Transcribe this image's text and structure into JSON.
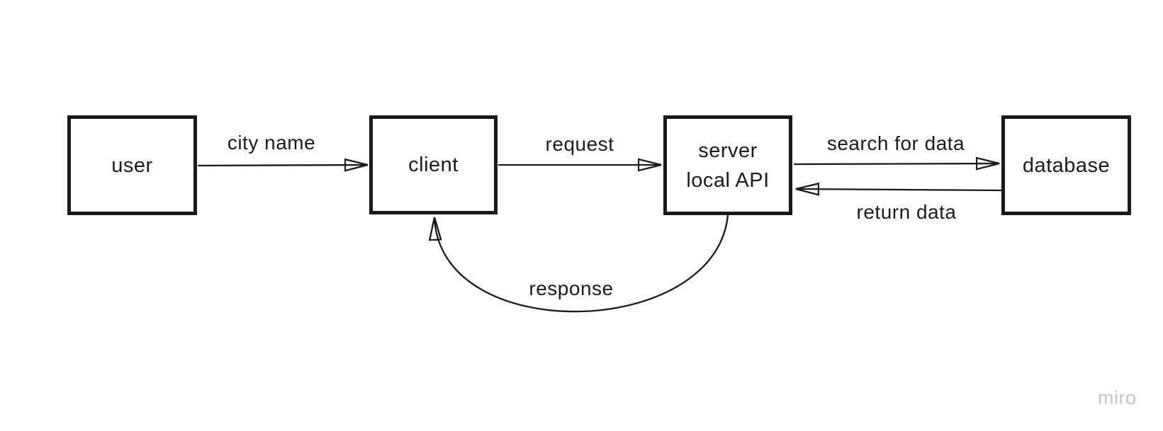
{
  "diagram": {
    "nodes": {
      "user": {
        "label": "user"
      },
      "client": {
        "label": "client"
      },
      "server": {
        "line1": "server",
        "line2": "local API"
      },
      "database": {
        "label": "database"
      }
    },
    "edges": {
      "user_to_client": {
        "label": "city name"
      },
      "client_to_server": {
        "label": "request"
      },
      "server_to_database": {
        "label": "search for data"
      },
      "database_to_server": {
        "label": "return data"
      },
      "server_to_client": {
        "label": "response"
      }
    }
  },
  "watermark": {
    "label": "miro"
  },
  "colors": {
    "background": "#ffffff",
    "stroke": "#1b1b1b",
    "text": "#1b1b1b",
    "watermark": "#c4c3d1"
  }
}
